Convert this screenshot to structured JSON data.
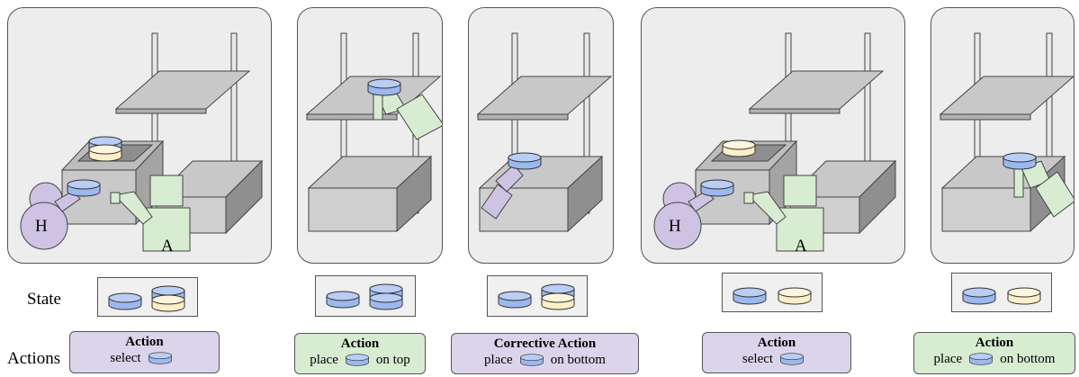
{
  "labels": {
    "state": "State",
    "actions": "Actions",
    "human_marker": "H",
    "robot_marker": "A"
  },
  "actions": [
    {
      "agent": "human",
      "title": "Action",
      "verb": "select",
      "suffix": ""
    },
    {
      "agent": "robot",
      "title": "Action",
      "verb": "place",
      "suffix": "on top"
    },
    {
      "agent": "human",
      "title": "Corrective Action",
      "verb": "place",
      "suffix": "on bottom"
    },
    {
      "agent": "human",
      "title": "Action",
      "verb": "select",
      "suffix": ""
    },
    {
      "agent": "robot",
      "title": "Action",
      "verb": "place",
      "suffix": "on bottom"
    }
  ],
  "colors": {
    "human": "#dcd4ea",
    "robot": "#d8ecd2",
    "puck_blue": "#9bb8ef",
    "puck_cream": "#fcefc8",
    "panel": "#ededed"
  }
}
